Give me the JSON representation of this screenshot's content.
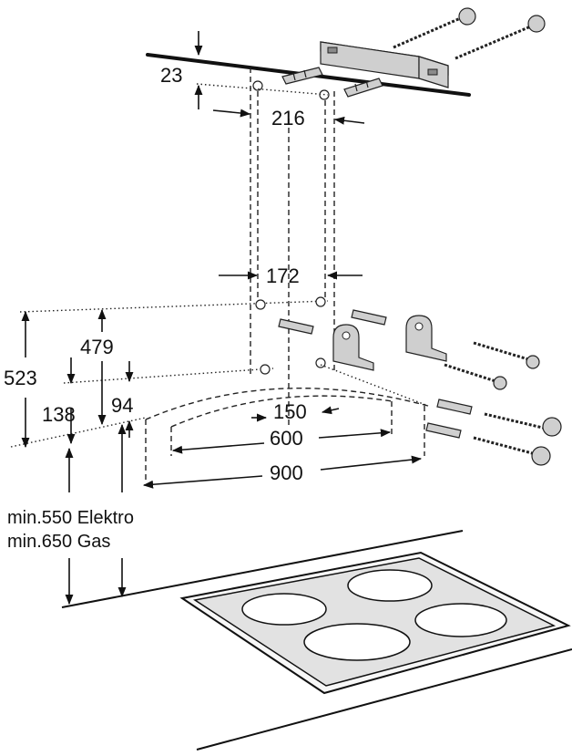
{
  "dimensions": {
    "d23": "23",
    "d216": "216",
    "d172": "172",
    "d523": "523",
    "d479": "479",
    "d138": "138",
    "d94": "94",
    "d150": "150",
    "d600": "600",
    "d900": "900"
  },
  "clearance": {
    "electric": "min.550 Elektro",
    "gas": "min.650 Gas"
  },
  "colors": {
    "ink": "#111111",
    "hardware_fill": "#cfcfcf",
    "hob_fill": "#f7f7f7"
  }
}
